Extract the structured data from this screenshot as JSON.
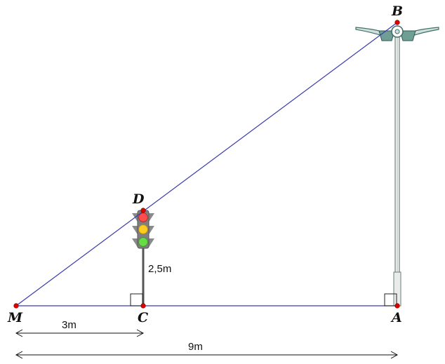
{
  "figure": {
    "points": {
      "B": "B",
      "D": "D",
      "M": "M",
      "C": "C",
      "A": "A"
    },
    "measures": {
      "height_DC": "2,5m",
      "length_MC": "3m",
      "length_MA": "9m"
    },
    "colors": {
      "construction_line": "#3b3bb0",
      "point": "#e00000",
      "pole": "#6e7f78",
      "lamp_arm": "#3f6f67",
      "light_red": "#ff4d4d",
      "light_yellow": "#ffcc22",
      "light_green": "#66dd44",
      "signal_housing": "#7f7f7f"
    },
    "objects": {
      "traffic_light": "traffic-light-icon",
      "street_lamp": "street-lamp-icon"
    }
  }
}
